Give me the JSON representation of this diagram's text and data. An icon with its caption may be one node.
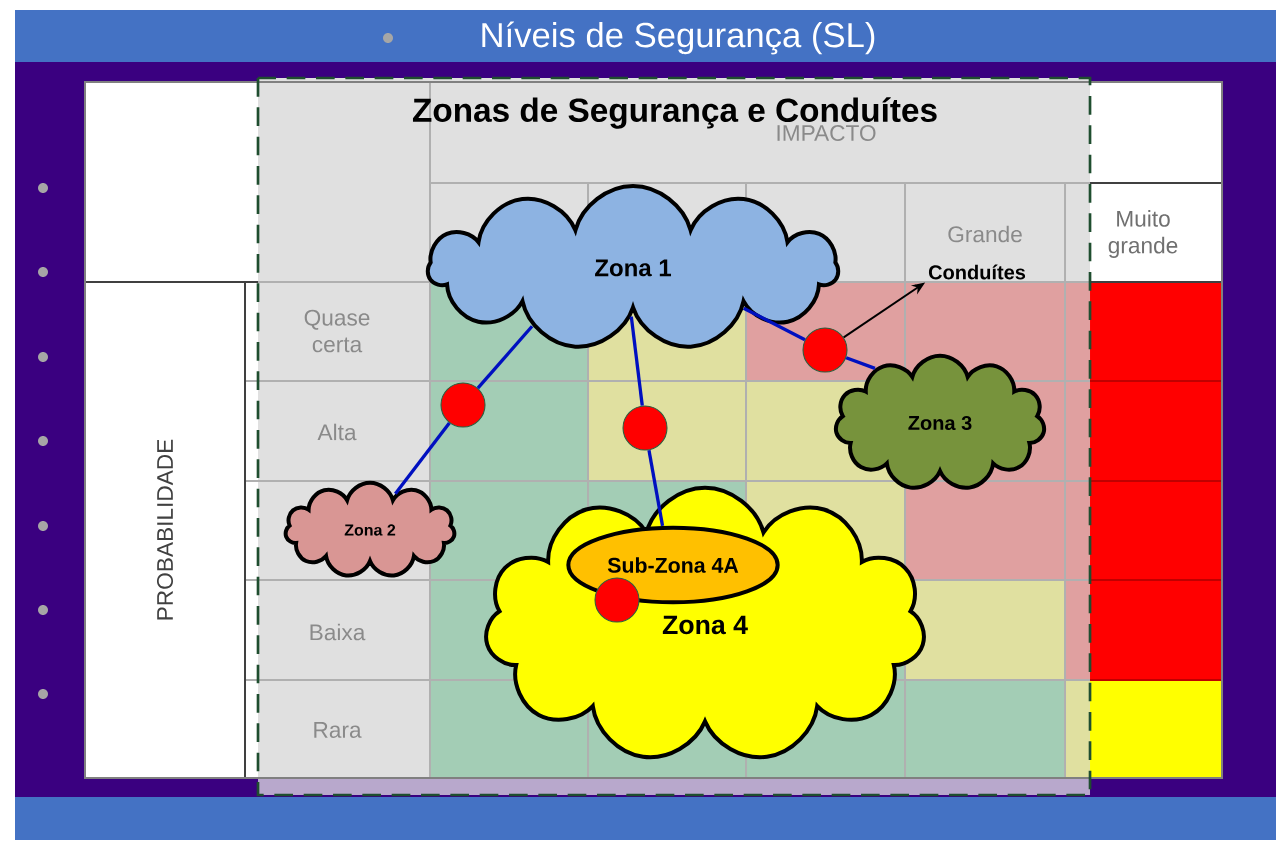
{
  "diagram": {
    "title": "Zonas de Segurança e Conduítes",
    "nodes": [
      {
        "text": [
          "Zona 1"
        ]
      },
      {
        "text": [
          "Zona 2"
        ]
      },
      {
        "text": [
          "Zona 3"
        ]
      },
      {
        "text": [
          "Zona 4"
        ]
      },
      {
        "text": [
          "Sub-Zona 4A"
        ],
        "in": 3
      },
      {
        "text": [
          "Conduítes"
        ]
      },
      {
        "text": [],
        "shape": "circle"
      },
      {
        "text": [],
        "shape": "circle"
      },
      {
        "text": [],
        "shape": "circle"
      },
      {
        "text": [],
        "shape": "circle",
        "in": 3
      }
    ],
    "edges": [
      {
        "from": 0,
        "to": 6,
        "arrow": "none"
      },
      {
        "from": 6,
        "to": 1,
        "arrow": "none"
      },
      {
        "from": 0,
        "to": 7,
        "arrow": "none"
      },
      {
        "from": 7,
        "to": 4,
        "arrow": "none"
      },
      {
        "from": 0,
        "to": 8,
        "arrow": "none"
      },
      {
        "from": 8,
        "to": 2,
        "arrow": "none"
      },
      {
        "from": 8,
        "to": 5,
        "arrow": "to",
        "color": "#000000"
      }
    ],
    "labels": [
      "Níveis de Segurança (SL)",
      "IMPACTO",
      "Grande",
      "Muito grande",
      "PROBABILIDADE",
      "Quase certa",
      "Alta",
      "Baixa",
      "Rara"
    ]
  }
}
